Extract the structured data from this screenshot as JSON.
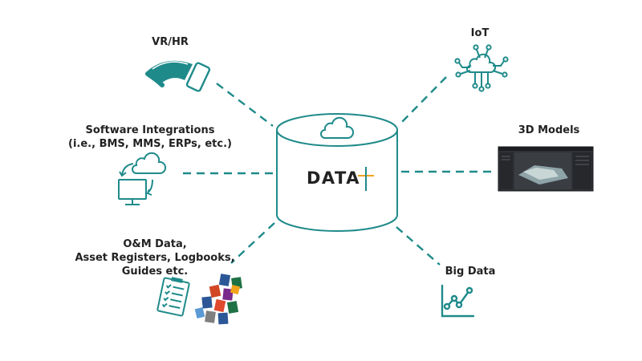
{
  "center": {
    "brand_text": "DATA",
    "brand_mark": "+"
  },
  "nodes": [
    {
      "id": "vr",
      "lines": [
        "VR/HR"
      ],
      "icon": "vr-headset-and-phone-icon"
    },
    {
      "id": "iot",
      "lines": [
        "IoT"
      ],
      "icon": "iot-cloud-network-icon"
    },
    {
      "id": "software",
      "lines": [
        "Software Integrations",
        "(i.e., BMS, MMS, ERPs, etc.)"
      ],
      "icon": "cloud-sync-monitor-icon"
    },
    {
      "id": "models",
      "lines": [
        "3D Models"
      ],
      "icon": "3d-model-screenshot"
    },
    {
      "id": "om",
      "lines": [
        "O&M Data,",
        "Asset Registers, Logbooks,",
        "Guides etc."
      ],
      "icon": "checklist-and-office-files-icon"
    },
    {
      "id": "bigdata",
      "lines": [
        "Big Data"
      ],
      "icon": "line-chart-icon"
    }
  ],
  "colors": {
    "accent": "#1f8a8a",
    "text": "#222222",
    "brand_plus_h": "#f2a31b",
    "brand_plus_v": "#1f8a8a"
  }
}
